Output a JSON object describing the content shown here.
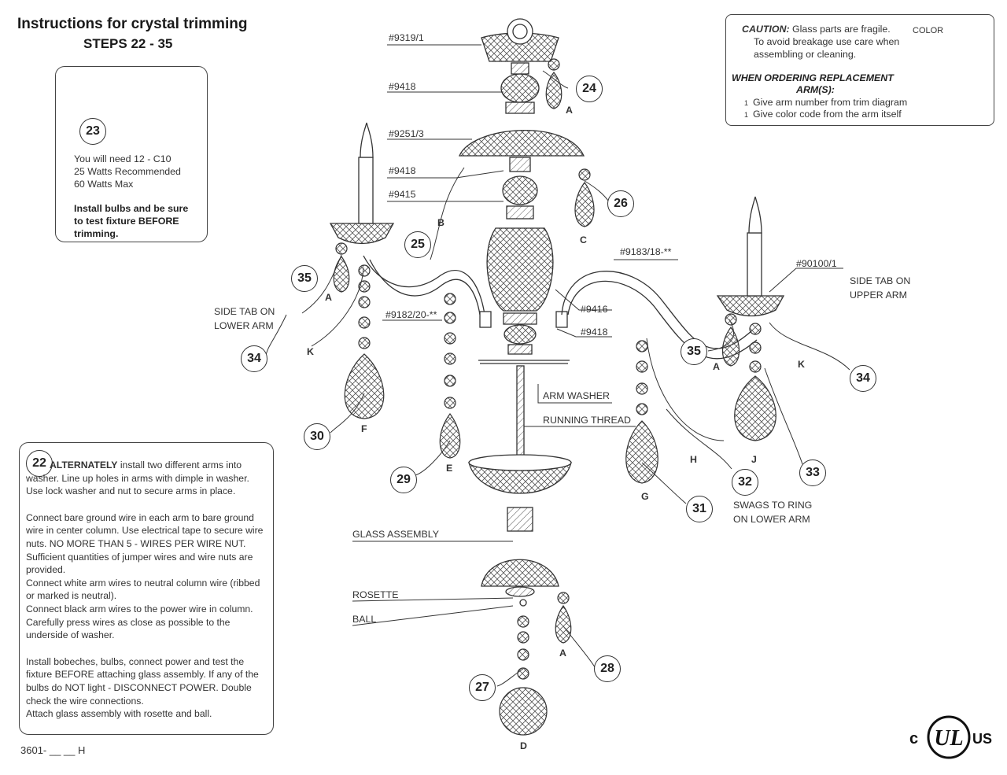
{
  "header": {
    "title": "Instructions for crystal trimming",
    "subtitle": "STEPS 22 - 35"
  },
  "step23": {
    "number": "23",
    "line1": "You will need 12 - C10",
    "line2": "25 Watts Recommended",
    "line3": "60 Watts Max",
    "warning": "Install bulbs and be sure to test fixture BEFORE trimming."
  },
  "step22": {
    "number": "22",
    "alternately": "ALTERNATELY",
    "p1": "install two different arms into washer. Line up holes in arms with dimple in washer. Use lock washer and nut to secure arms in place.",
    "p2": "Connect bare ground wire in each arm to bare ground wire in center column. Use electrical tape to secure wire nuts. NO MORE THAN 5 - WIRES PER WIRE NUT. Sufficient quantities of jumper wires and wire nuts are provided.\nConnect white arm wires to neutral column wire (ribbed or marked is neutral).\nConnect black arm wires to the power wire in column. Carefully press wires as close as possible to the underside of washer.",
    "p3": "Install bobeches, bulbs, connect power and test the fixture BEFORE attaching glass assembly. If any of the bulbs do NOT light - DISCONNECT POWER. Double check the wire connections.\nAttach glass assembly with rosette and ball."
  },
  "model_number": "3601- __ __ H",
  "caution": {
    "head": "CAUTION:",
    "head_rest": "Glass parts are fragile.",
    "line2": "To avoid breakage use care when",
    "line3": "assembling or cleaning.",
    "order_line1": "WHEN ORDERING  REPLACEMENT",
    "order_line2": "ARM(S):",
    "item1_num": "1",
    "item1": "Give arm number from trim diagram",
    "item2_num": "1",
    "item2": "Give color code from the arm itself",
    "color_label": "COLOR"
  },
  "part_labels": {
    "p9319": "#9319/1",
    "p9418a": "#9418",
    "p9251": "#9251/3",
    "p9418b": "#9418",
    "p9415": "#9415",
    "p9183": "#9183/18-**",
    "p90100": "#90100/1",
    "p9416": "#9416",
    "p9418c": "#9418",
    "p9182": "#9182/20-**",
    "arm_washer": "ARM WASHER",
    "running_thread": "RUNNING THREAD",
    "glass_assembly": "GLASS ASSEMBLY",
    "rosette": "ROSETTE",
    "ball": "BALL",
    "side_tab_lower_1": "SIDE TAB ON",
    "side_tab_lower_2": "LOWER ARM",
    "side_tab_upper_1": "SIDE TAB ON",
    "side_tab_upper_2": "UPPER ARM",
    "swags_1": "SWAGS TO RING",
    "swags_2": "ON LOWER ARM"
  },
  "step_numbers": [
    "24",
    "25",
    "26",
    "35",
    "34",
    "30",
    "29",
    "35",
    "34",
    "33",
    "32",
    "31",
    "28",
    "27"
  ],
  "letters": {
    "a24": "A",
    "b": "B",
    "c": "C",
    "a35L": "A",
    "kL": "K",
    "f": "F",
    "e": "E",
    "a35R": "A",
    "kR": "K",
    "j": "J",
    "h": "H",
    "g": "G",
    "a28": "A",
    "d": "D"
  },
  "logo": {
    "c": "c",
    "ul": "UL",
    "us": "US"
  }
}
